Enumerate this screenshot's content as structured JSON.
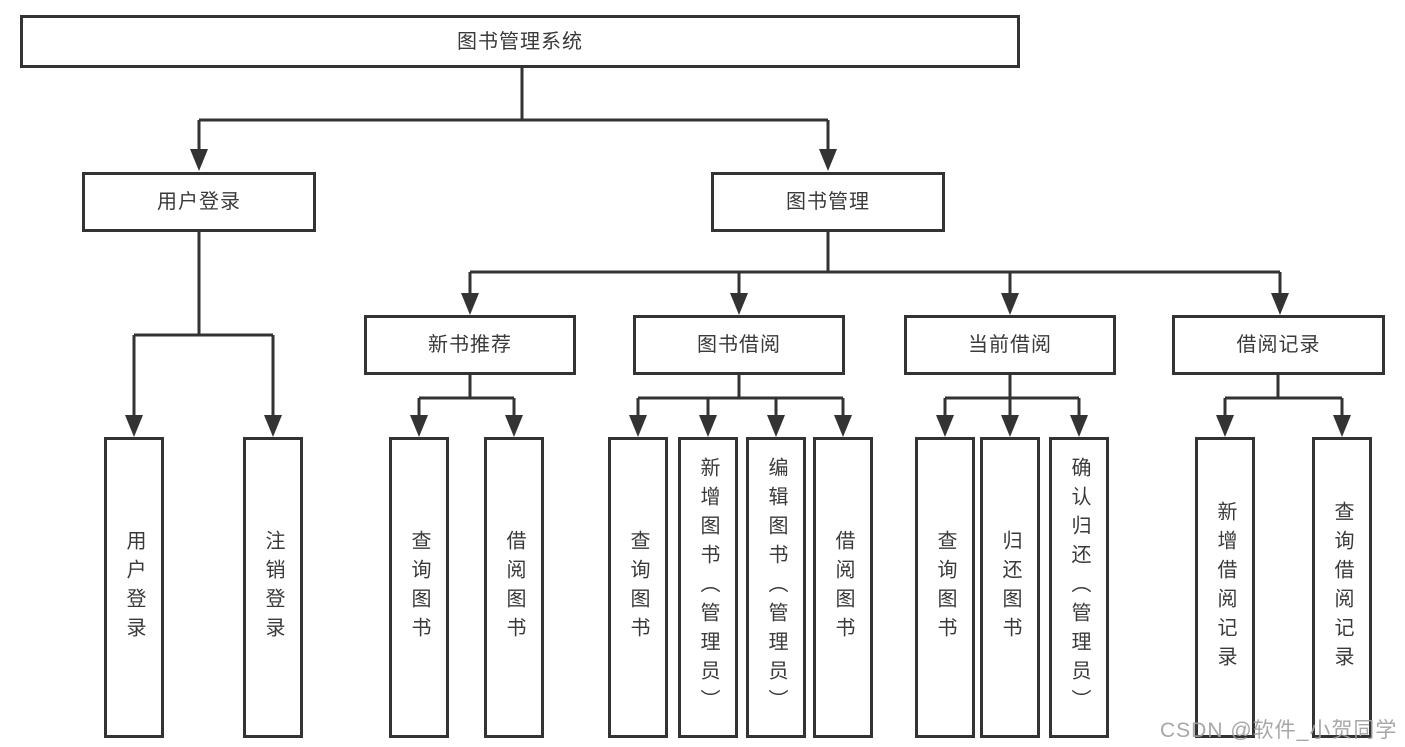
{
  "diagram_type": "hierarchy-tree",
  "colors": {
    "background": "#ffffff",
    "line": "#333333",
    "box_border": "#333333",
    "box_fill": "#ffffff",
    "text": "#3a3a3a",
    "watermark": "#a0a0a0"
  },
  "tree": {
    "root": "图书管理系统",
    "level2": [
      {
        "label": "用户登录",
        "children": [
          {
            "label": "用户登录"
          },
          {
            "label": "注销登录"
          }
        ]
      },
      {
        "label": "图书管理",
        "children": [
          {
            "label": "新书推荐",
            "children": [
              {
                "label": "查询图书"
              },
              {
                "label": "借阅图书"
              }
            ]
          },
          {
            "label": "图书借阅",
            "children": [
              {
                "label": "查询图书"
              },
              {
                "label": "新增图书（管理员）"
              },
              {
                "label": "编辑图书（管理员）"
              },
              {
                "label": "借阅图书"
              }
            ]
          },
          {
            "label": "当前借阅",
            "children": [
              {
                "label": "查询图书"
              },
              {
                "label": "归还图书"
              },
              {
                "label": "确认归还（管理员）"
              }
            ]
          },
          {
            "label": "借阅记录",
            "children": [
              {
                "label": "新增借阅记录"
              },
              {
                "label": "查询借阅记录"
              }
            ]
          }
        ]
      }
    ]
  },
  "watermark": {
    "text": "CSDN @软件_小贺同学"
  }
}
